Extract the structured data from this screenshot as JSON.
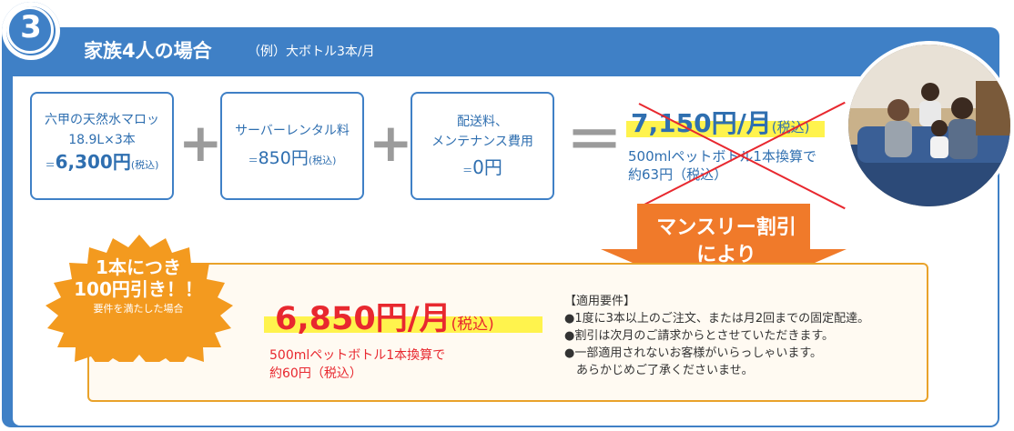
{
  "header": {
    "number": "3",
    "title": "家族4人の場合",
    "subtitle": "（例）大ボトル3本/月"
  },
  "boxes": [
    {
      "line1": "六甲の天然水マロッ",
      "line2": "18.9L×3本",
      "prefix": "＝",
      "amount": "6,300円",
      "tax": "(税込)"
    },
    {
      "line1": "サーバーレンタル料",
      "prefix": "＝",
      "amount": "850円",
      "tax": "(税込)"
    },
    {
      "line1": "配送料、",
      "line2": "メンテナンス費用",
      "prefix": "＝",
      "amount": "0円"
    }
  ],
  "operators": {
    "plus": "+",
    "equals": "＝"
  },
  "old_price": {
    "amount": "7,150円/月",
    "tax": "(税込)",
    "sub1": "500mlペットボトル1本換算で",
    "sub2": "約63円（税込）"
  },
  "arrow": {
    "line1": "マンスリー割引",
    "line2": "により"
  },
  "badge": {
    "line1": "1本につき",
    "line2": "100円引き！！",
    "line3": "要件を満たした場合"
  },
  "new_price": {
    "amount": "6,850円/月",
    "tax": "(税込)",
    "sub1": "500mlペットボトル1本換算で",
    "sub2": "約60円（税込）"
  },
  "requirements": {
    "heading": "【適用要件】",
    "items": [
      "●1度に3本以上のご注文、または月2回までの固定配達。",
      "●割引は次月のご請求からとさせていただきます。",
      "●一部適用されないお客様がいらっしゃいます。",
      "　あらかじめご了承くださいませ。"
    ]
  },
  "colors": {
    "brand_blue": "#3f80c6",
    "accent_orange": "#f07a2a",
    "badge_orange": "#f39a1f",
    "price_red": "#e8282f",
    "highlight_yellow": "#fff34d"
  },
  "photo": {
    "icon": "family-photo"
  }
}
